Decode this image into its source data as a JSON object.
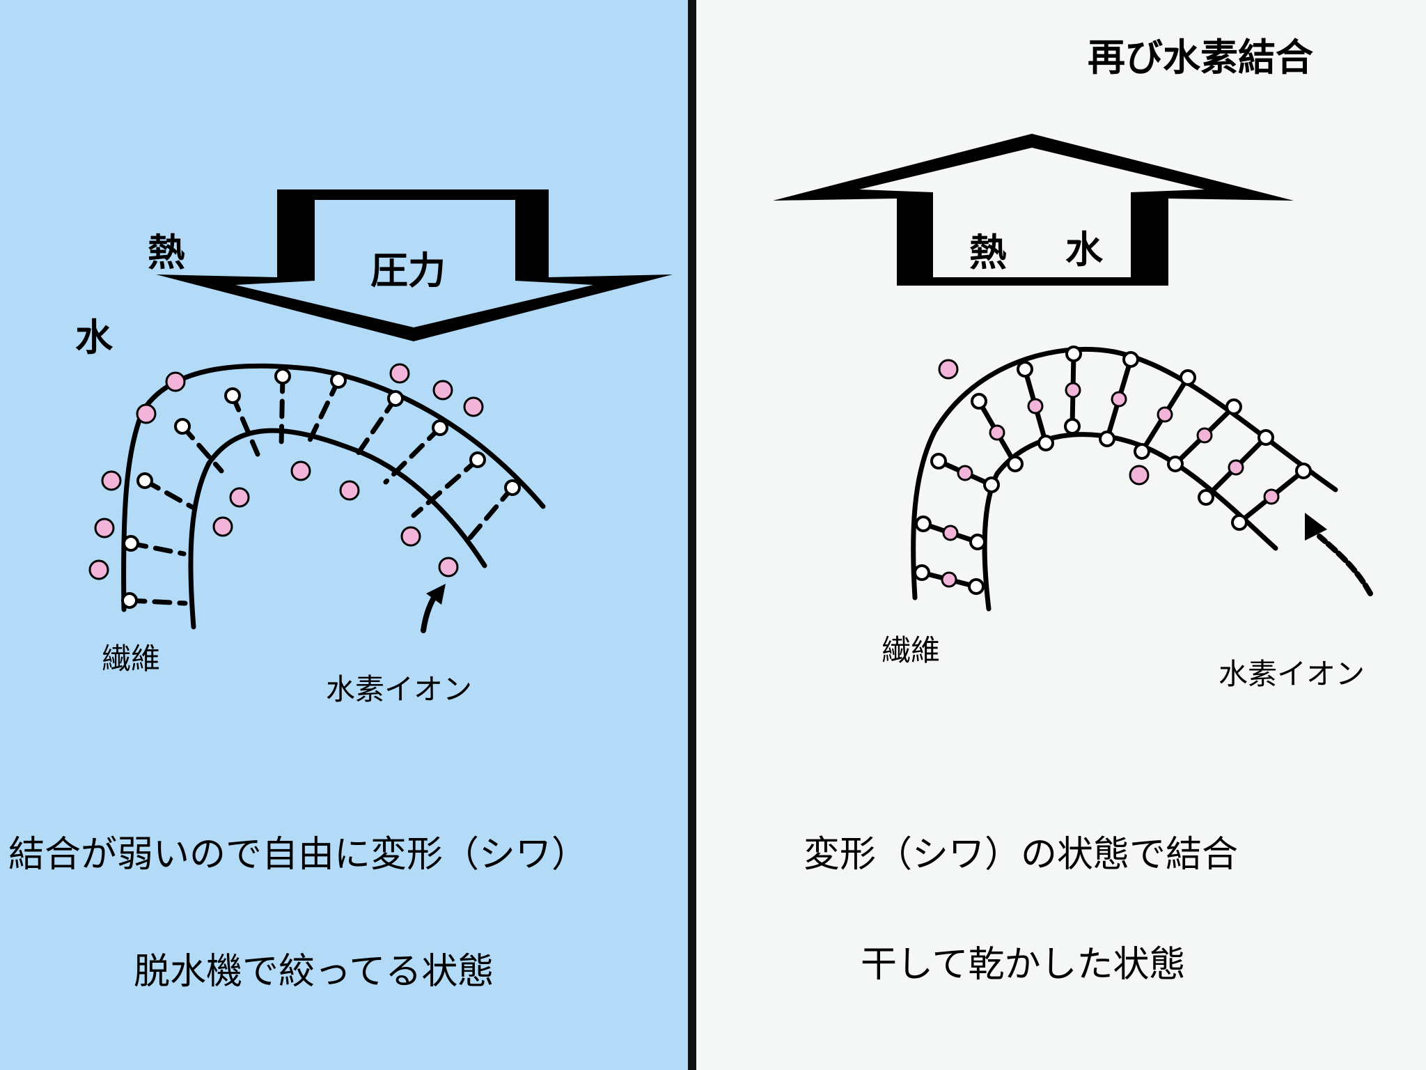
{
  "colors": {
    "left_bg": "#b3dbf7",
    "right_bg": "#f5f6f6",
    "divider": "#111111",
    "hydrogen_ion": "#f2b4d8",
    "ink": "#000000"
  },
  "left_panel": {
    "label_heat": "熱",
    "label_pressure": "圧力",
    "label_water": "水",
    "label_fiber": "繊維",
    "label_hydrogen_ion": "水素イオン",
    "caption_line1": "結合が弱いので自由に変形（シワ）",
    "caption_line2": "脱水機で絞ってる状態",
    "arrow_direction": "down"
  },
  "right_panel": {
    "title": "再び水素結合",
    "label_heat": "熱",
    "label_water": "水",
    "label_fiber": "繊維",
    "label_hydrogen_ion": "水素イオン",
    "caption_line1": "変形（シワ）の状態で結合",
    "caption_line2": "干して乾かした状態",
    "arrow_direction": "up"
  },
  "icons": {
    "pressure_arrow": "down-arrow-icon",
    "release_arrow": "up-arrow-icon",
    "pointer_arrow": "curved-arrow-icon"
  }
}
